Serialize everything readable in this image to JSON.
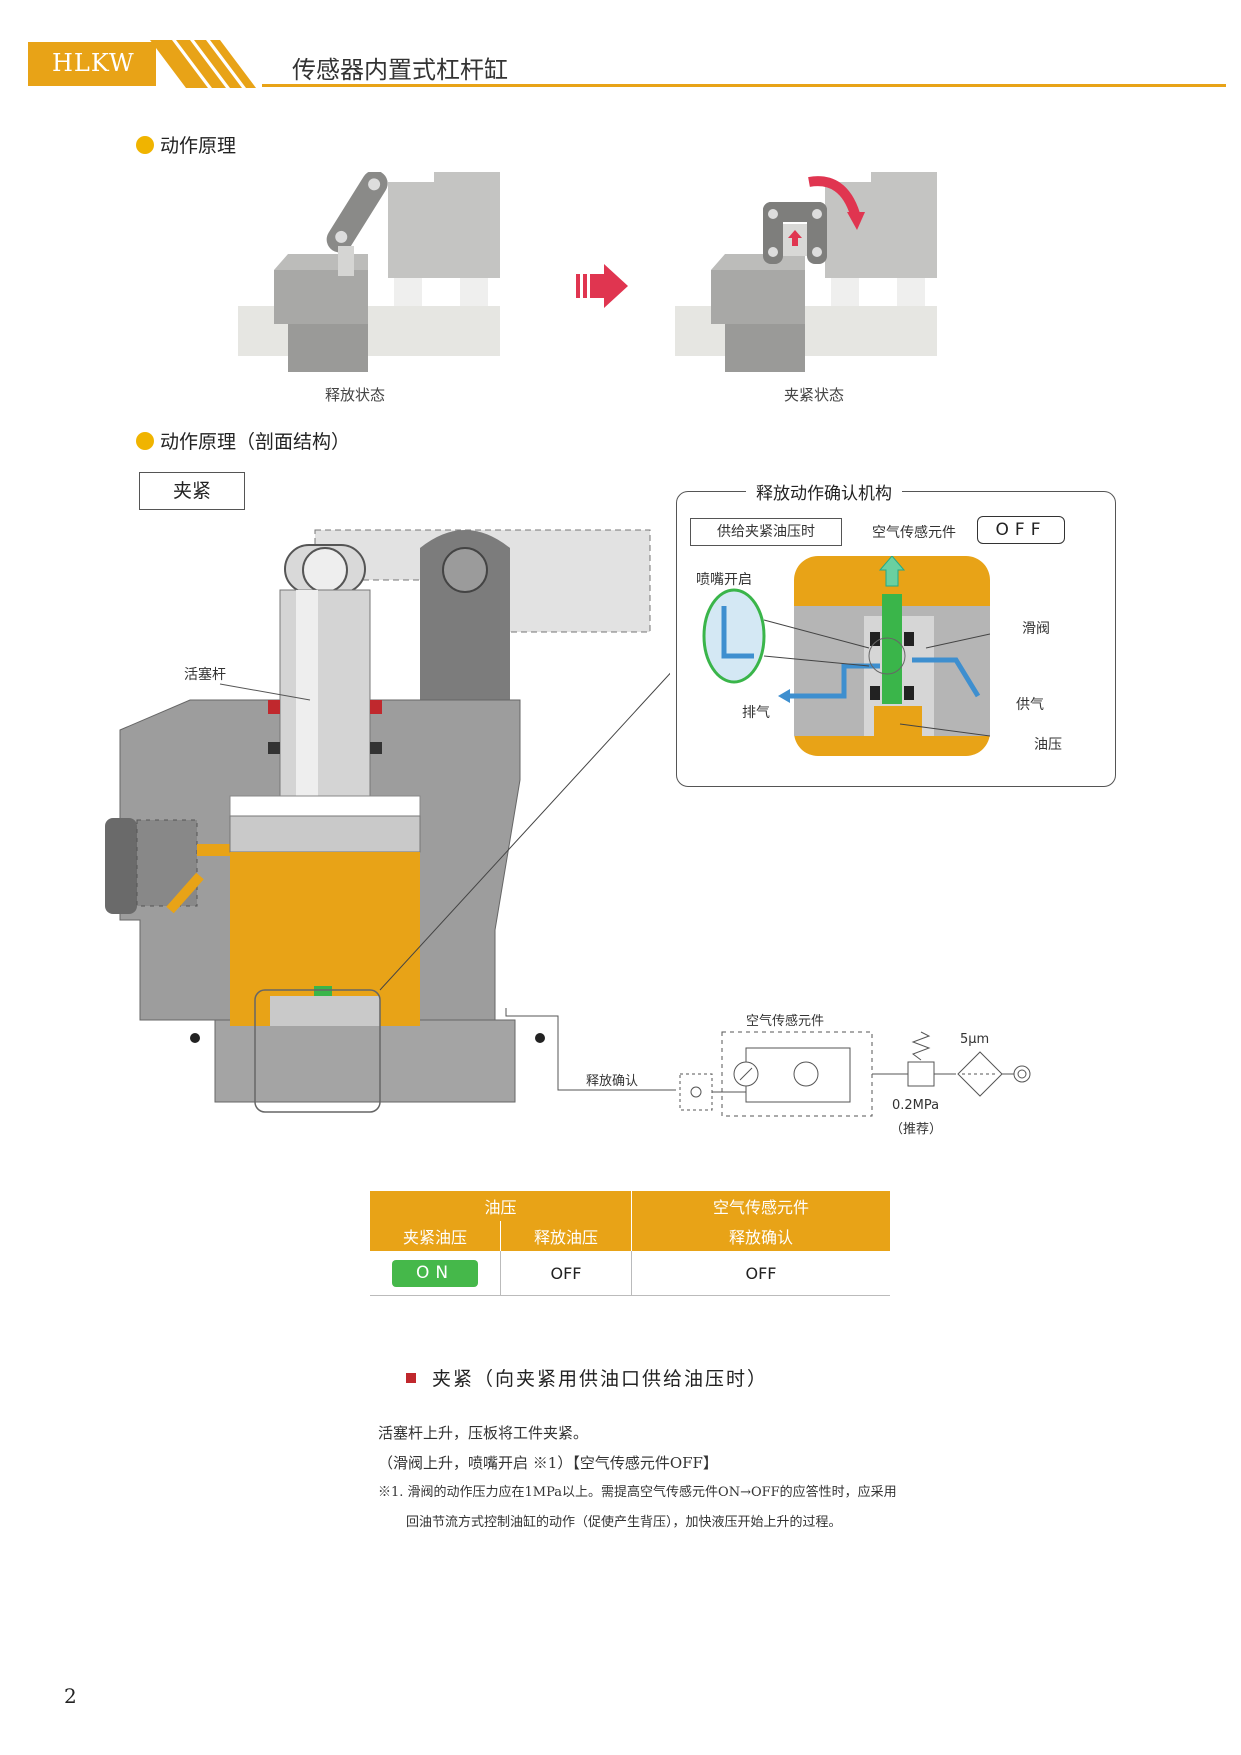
{
  "header": {
    "code": "HLKW",
    "title": "传感器内置式杠杆缸",
    "accent_color": "#e8a317"
  },
  "section1": {
    "title": "动作原理",
    "caption_release": "释放状态",
    "caption_clamp": "夹紧状态"
  },
  "section2": {
    "title": "动作原理（剖面结构）",
    "mode_label": "夹紧",
    "piston_rod_label": "活塞杆",
    "inset": {
      "title": "释放动作确认机构",
      "supply_label": "供给夹紧油压时",
      "sensor_label": "空气传感元件",
      "sensor_state": "OFF",
      "nozzle_label": "喷嘴开启",
      "spool_label": "滑阀",
      "supply_air_label": "供气",
      "exhaust_label": "排气",
      "oil_label": "油压"
    },
    "circuit": {
      "sensor_label": "空气传感元件",
      "filter_label": "5μm",
      "confirm_label": "释放确认",
      "pressure_label": "0.2MPa",
      "recommend_label": "（推荐）"
    }
  },
  "state_table": {
    "group_oil": "油压",
    "group_air": "空气传感元件",
    "col_clamp": "夹紧油压",
    "col_release": "释放油压",
    "col_confirm": "释放确认",
    "val_clamp": "ON",
    "val_release": "OFF",
    "val_confirm": "OFF"
  },
  "desc": {
    "heading": "夹紧（向夹紧用供油口供给油压时）",
    "line1": "活塞杆上升，压板将工件夹紧。",
    "line2": "（滑阀上升，喷嘴开启 ※1）【空气传感元件OFF】",
    "note1": "※1. 滑阀的动作压力应在1MPa以上。需提高空气传感元件ON→OFF的应答性时，应采用",
    "note2": "回油节流方式控制油缸的动作（促使产生背压），加快液压开始上升的过程。"
  },
  "page_number": "2"
}
